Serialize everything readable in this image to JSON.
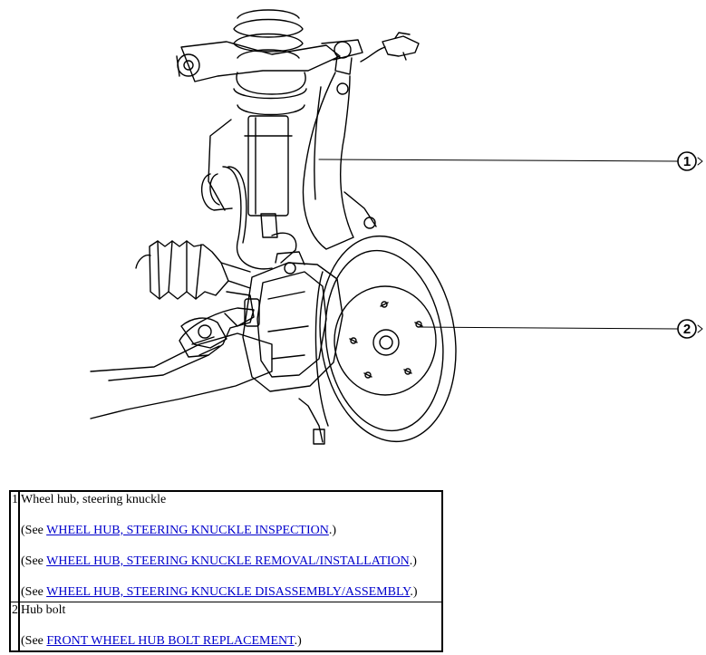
{
  "figure": {
    "callouts": [
      {
        "number": "1",
        "label_ref": "legend.items.0"
      },
      {
        "number": "2",
        "label_ref": "legend.items.1"
      }
    ]
  },
  "legend": {
    "items": [
      {
        "number": "1",
        "title": "Wheel hub, steering knuckle",
        "links": [
          {
            "prefix": "(See ",
            "link": "WHEEL HUB, STEERING KNUCKLE INSPECTION",
            "suffix": ".)"
          },
          {
            "prefix": "(See ",
            "link": "WHEEL HUB, STEERING KNUCKLE REMOVAL/INSTALLATION",
            "suffix": ".)"
          },
          {
            "prefix": "(See ",
            "link": "WHEEL HUB, STEERING KNUCKLE DISASSEMBLY/ASSEMBLY",
            "suffix": ".)"
          }
        ]
      },
      {
        "number": "2",
        "title": "Hub bolt",
        "links": [
          {
            "prefix": "(See ",
            "link": "FRONT WHEEL HUB BOLT REPLACEMENT",
            "suffix": ".)"
          }
        ]
      }
    ]
  },
  "colors": {
    "link": "#0000cc",
    "line": "#000000",
    "background": "#ffffff"
  }
}
